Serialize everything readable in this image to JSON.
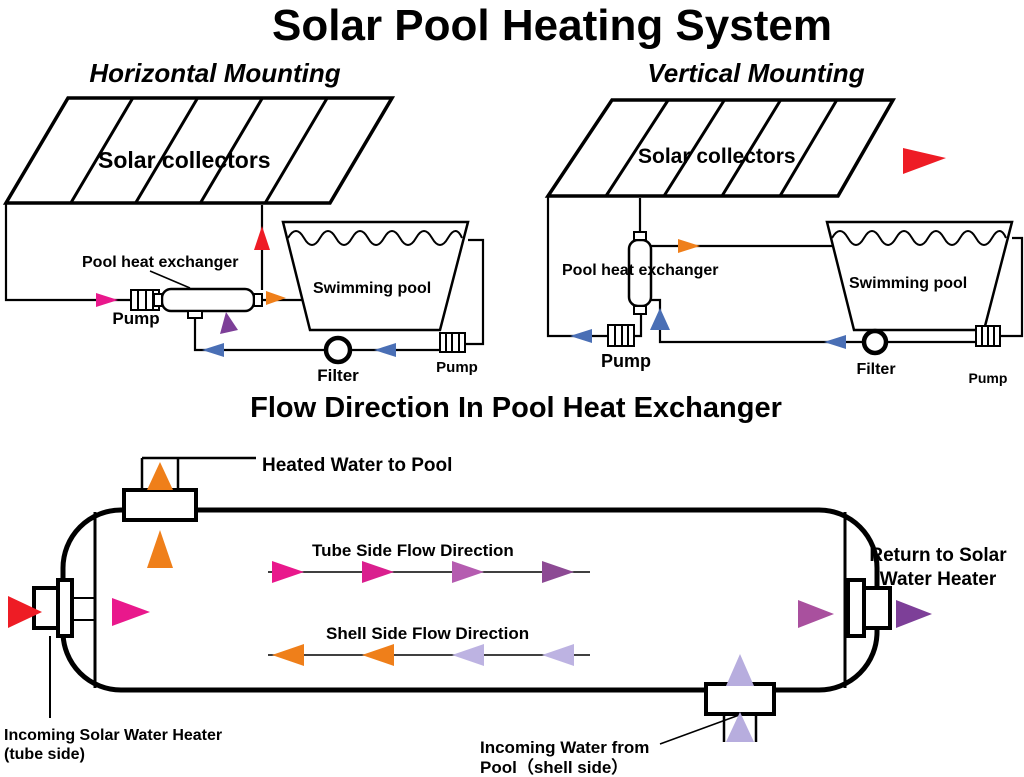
{
  "title": "Solar Pool Heating System",
  "horizontal": {
    "heading": "Horizontal Mounting",
    "collectors": "Solar collectors",
    "exchanger": "Pool heat exchanger",
    "pump1": "Pump",
    "pool": "Swimming pool",
    "filter": "Filter",
    "pump2": "Pump"
  },
  "vertical": {
    "heading": "Vertical Mounting",
    "collectors": "Solar collectors",
    "exchanger": "Pool heat exchanger",
    "pump1": "Pump",
    "pool": "Swimming pool",
    "filter": "Filter",
    "pump2": "Pump"
  },
  "flow": {
    "heading": "Flow Direction  In Pool Heat Exchanger",
    "heated": "Heated Water to Pool",
    "tube_label": "Tube Side  Flow  Direction",
    "shell_label": "Shell Side Flow Direction",
    "return1": "Return to Solar",
    "return2": "Water Heater",
    "in_solar1": "Incoming Solar Water Heater",
    "in_solar2": "(tube side)",
    "in_pool1": "Incoming Water from",
    "in_pool2": "Pool（shell side）"
  },
  "colors": {
    "title_green": "#00A24C",
    "collector_red": "#EE1C25",
    "arrow_red": "#EE1C25",
    "arrow_orange": "#EF7F1A",
    "arrow_blue": "#4A6FB5",
    "arrow_magenta": "#E9188C",
    "arrow_purple": "#7D3F98",
    "arrow_plum": "#A9509E",
    "arrow_lavender": "#B7ADDE",
    "tube_arrows": [
      "#E9188C",
      "#DA1F8E",
      "#B55CB0",
      "#8D4A94"
    ],
    "shell_arrows": [
      "#EF7F1A",
      "#EF7F1A",
      "#BDB3E2",
      "#BDB3E2"
    ]
  }
}
